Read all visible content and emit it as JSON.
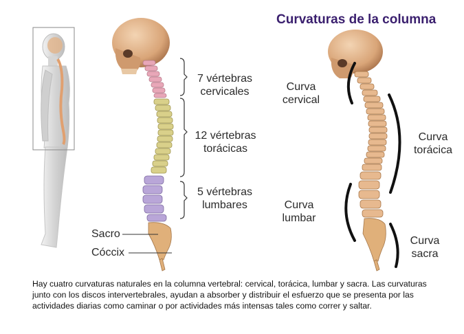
{
  "title": "Curvaturas de la columna",
  "vertebra_labels": {
    "cervical_line1": "7 vértebras",
    "cervical_line2": "cervicales",
    "thoracic_line1": "12 vértebras",
    "thoracic_line2": "torácicas",
    "lumbar_line1": "5 vértebras",
    "lumbar_line2": "lumbares",
    "sacrum": "Sacro",
    "coccyx": "Cóccix"
  },
  "curve_labels": {
    "cervical_line1": "Curva",
    "cervical_line2": "cervical",
    "thoracic_line1": "Curva",
    "thoracic_line2": "torácica",
    "lumbar_line1": "Curva",
    "lumbar_line2": "lumbar",
    "sacral_line1": "Curva",
    "sacral_line2": "sacra"
  },
  "caption": "Hay cuatro curvaturas naturales en la columna vertebral: cervical, torácica, lumbar y sacra. Las curvaturas junto con los discos intervertebrales, ayudan a absorber y distribuir el esfuerzo que se presenta por las actividades diarias como caminar o por actividades más intensas tales como correr y saltar.",
  "colors": {
    "title": "#3a1f6e",
    "cervical": "#e8a7b8",
    "thoracic": "#d9d08a",
    "lumbar": "#b9a6d8",
    "sacral": "#e0b07a",
    "bone": "#e7b98f",
    "skull": "#dcae86"
  }
}
